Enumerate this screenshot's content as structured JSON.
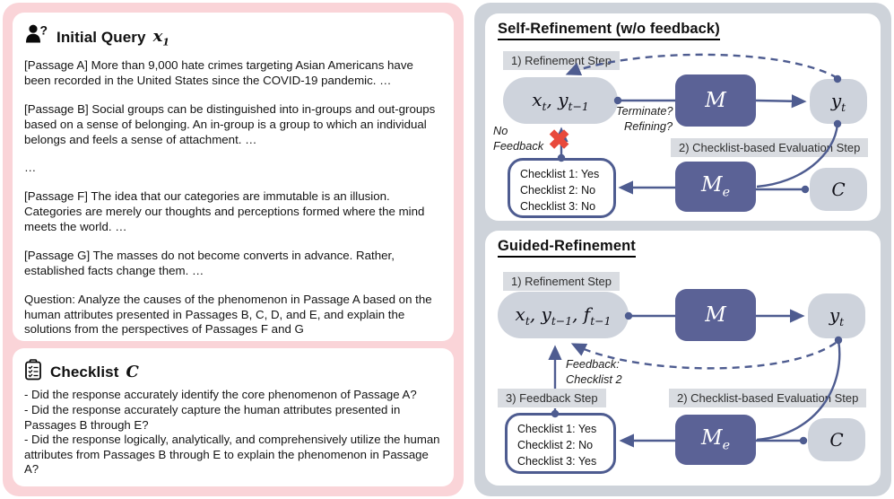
{
  "left": {
    "query_header": {
      "icon": "person-question-icon",
      "title": "Initial Query",
      "math_base": "x",
      "math_sub": "1"
    },
    "passages": [
      "[Passage A] More than 9,000 hate crimes targeting Asian Americans have been recorded in the United States since the COVID-19 pandemic. …",
      "[Passage B] Social groups can be distinguished into in-groups and out-groups based on a sense of belonging. An in-group is a group to which an individual belongs and feels a sense of attachment. …",
      "…",
      "[Passage F] The idea that our categories are immutable is an illusion. Categories are merely our thoughts and perceptions formed where the mind meets the world. …",
      "[Passage G] The masses do not become converts in advance. Rather, established facts change them. …",
      "Question: Analyze the causes of the phenomenon in Passage A based on the human attributes presented in Passages B, C, D, and E, and explain the solutions from the perspectives of Passages F and G"
    ],
    "checklist_header": {
      "icon": "clipboard-check-icon",
      "title": "Checklist",
      "math": "C"
    },
    "checklist_items": [
      "- Did the response accurately identify the core phenomenon of Passage A?",
      "- Did the response accurately capture the human attributes presented in Passages B through E?",
      "- Did the response logically, analytically, and comprehensively utilize the human attributes from Passages B through E to explain the phenomenon in Passage A?"
    ]
  },
  "right": {
    "self_refinement": {
      "title": "Self-Refinement (w/o feedback)",
      "step1_label": "1) Refinement Step",
      "step2_label": "2) Checklist-based Evaluation Step",
      "terminate_line1": "Terminate?",
      "terminate_line2": "Refining?",
      "no_feedback_line1": "No",
      "no_feedback_line2": "Feedback",
      "cross_glyph": "✖",
      "node_in": {
        "b1": "x",
        "s1": "t",
        "b2": ", y",
        "s2": "t−1"
      },
      "model": "M",
      "node_out_base": "y",
      "node_out_sub": "t",
      "evaluator_base": "M",
      "evaluator_sub": "e",
      "checklist_node": "C",
      "checklist_results": [
        "Checklist 1: Yes",
        "Checklist 2: No",
        "Checklist 3: No"
      ]
    },
    "guided_refinement": {
      "title": "Guided-Refinement",
      "step1_label": "1) Refinement Step",
      "step2_label": "2) Checklist-based Evaluation Step",
      "step3_label": "3) Feedback Step",
      "feedback_line1": "Feedback:",
      "feedback_line2": "Checklist 2",
      "node_in": {
        "b1": "x",
        "s1": "t",
        "b2": ", y",
        "s2": "t−1",
        "b3": ", f",
        "s3": "t−1"
      },
      "model": "M",
      "node_out_base": "y",
      "node_out_sub": "t",
      "evaluator_base": "M",
      "evaluator_sub": "e",
      "checklist_node": "C",
      "checklist_results": [
        "Checklist 1: Yes",
        "Checklist 2: No",
        "Checklist 3: Yes"
      ]
    }
  },
  "colors": {
    "pink_bg": "#fad4d8",
    "gray_bg": "#ced3da",
    "node_gray": "#ced3dc",
    "model_blue": "#5b6296",
    "arrow_blue": "#4e5c90",
    "chip_gray": "#d9dce1",
    "cross_red": "#e8493c"
  }
}
